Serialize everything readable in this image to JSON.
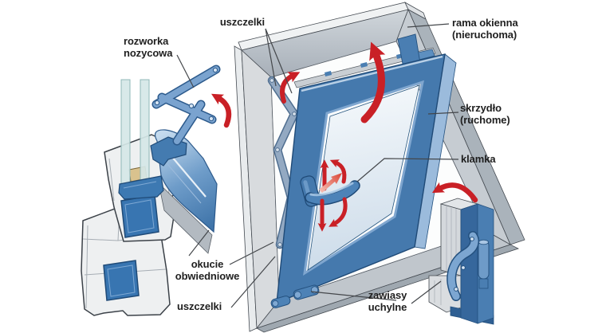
{
  "figure": {
    "title_hint": "tilt-window mechanism diagram",
    "labels": {
      "seals_top": "uszczelki",
      "scissor_stay": "rozworka\nnozycowa",
      "window_frame": "rama okienna\n(nieruchoma)",
      "sash": "skrzydło\n(ruchome)",
      "handle": "klamka",
      "perimeter_fitting": "okucie\nobwiedniowe",
      "seals_bottom": "uszczelki",
      "tilt_hinges": "zawiasy\nuchylne"
    },
    "colors": {
      "arrow_red": "#c92026",
      "frame_grey": "#c3c9cf",
      "sash_blue": "#4579ad",
      "steel_blue": "#3875b1",
      "glass_tint": "#d5e7e7",
      "leader_line": "#44474b",
      "text": "#1f1f1f",
      "background": "#ffffff"
    }
  }
}
